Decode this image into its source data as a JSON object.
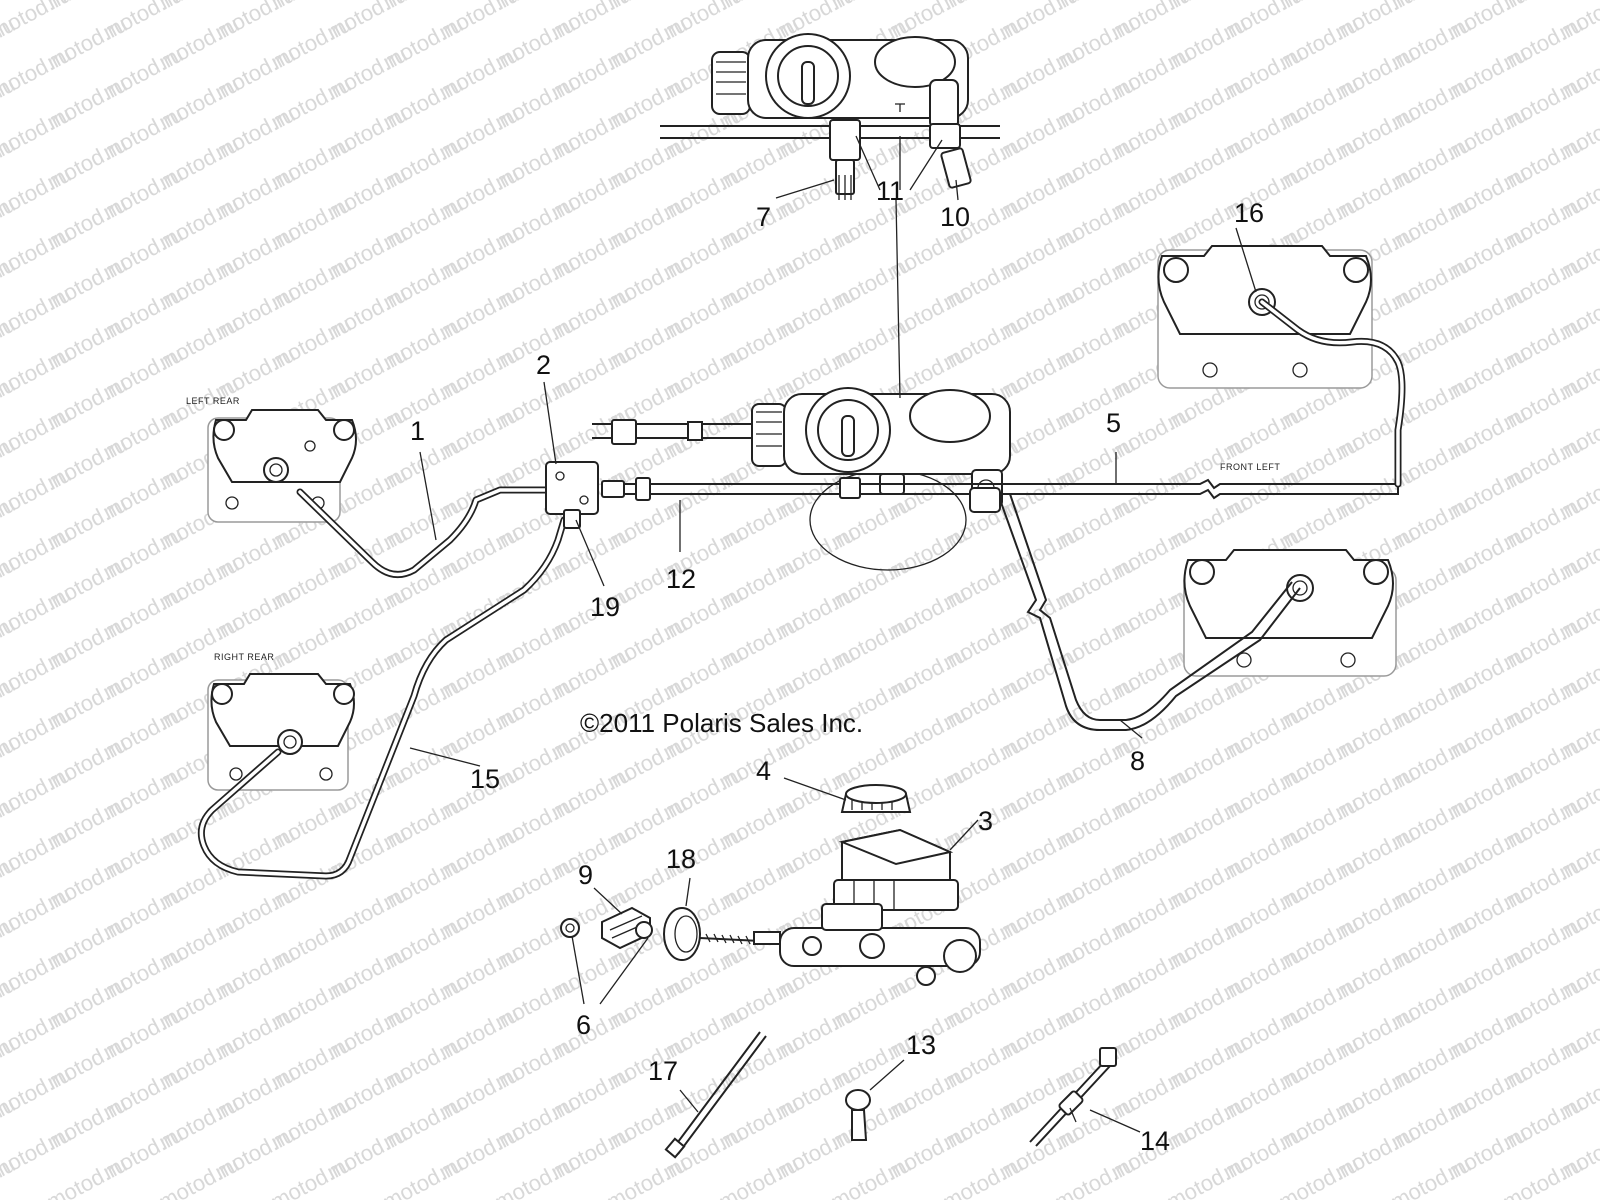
{
  "watermark": "motod.ru",
  "copyright": "©2011 Polaris Sales Inc.",
  "location_labels": {
    "left_rear": "LEFT REAR",
    "right_rear": "RIGHT REAR",
    "front_left": "FRONT LEFT"
  },
  "callouts": {
    "c1": "1",
    "c2": "2",
    "c3": "3",
    "c4": "4",
    "c5": "5",
    "c6": "6",
    "c7": "7",
    "c8": "8",
    "c9": "9",
    "c10": "10",
    "c11": "11",
    "c12": "12",
    "c13": "13",
    "c14": "14",
    "c15": "15",
    "c16": "16",
    "c17": "17",
    "c18": "18",
    "c19": "19"
  },
  "colors": {
    "line": "#222222",
    "watermark": "#d8d8d8",
    "background": "#ffffff"
  }
}
